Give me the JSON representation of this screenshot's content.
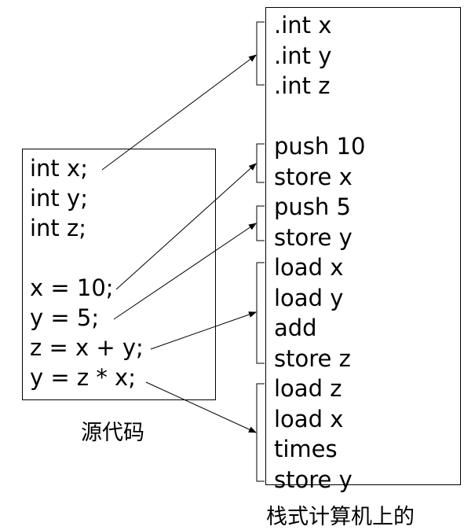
{
  "source": {
    "lines": [
      "int x;",
      "int y;",
      "int z;",
      "",
      "x = 10;",
      "y = 5;",
      "z = x + y;",
      "y = z * x;"
    ],
    "caption": "源代码"
  },
  "stack": {
    "lines": [
      ".int x",
      ".int y",
      ".int z",
      "",
      "push 10",
      "store x",
      "push 5",
      "store y",
      "load x",
      "load y",
      "add",
      "store z",
      "load z",
      "load x",
      "times",
      "store y"
    ],
    "caption": "栈式计算机上的"
  }
}
